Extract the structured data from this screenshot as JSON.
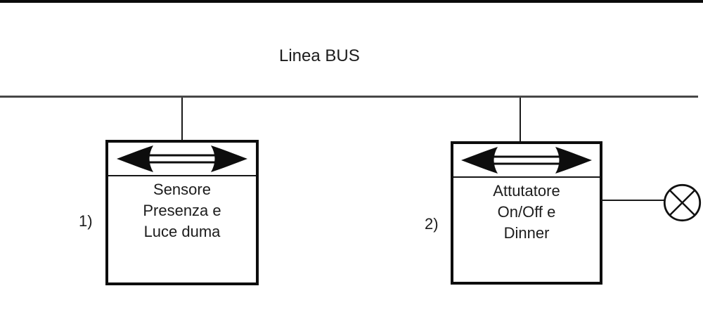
{
  "diagram": {
    "bus": {
      "label": "Linea BUS"
    },
    "devices": [
      {
        "index_label": "1)",
        "lines": [
          "Sensore",
          "Presenza e",
          "Luce duma"
        ],
        "icon": "bus-coupler-double-arrow"
      },
      {
        "index_label": "2)",
        "lines": [
          "Attutatore",
          "On/Off e",
          "Dinner"
        ],
        "icon": "bus-coupler-double-arrow",
        "load_icon": "lamp-circle-cross"
      }
    ],
    "colors": {
      "border_black": "#0d0d0d",
      "bus_line_gray": "#474747",
      "text": "#1c1c1c",
      "background": "#ffffff"
    }
  }
}
